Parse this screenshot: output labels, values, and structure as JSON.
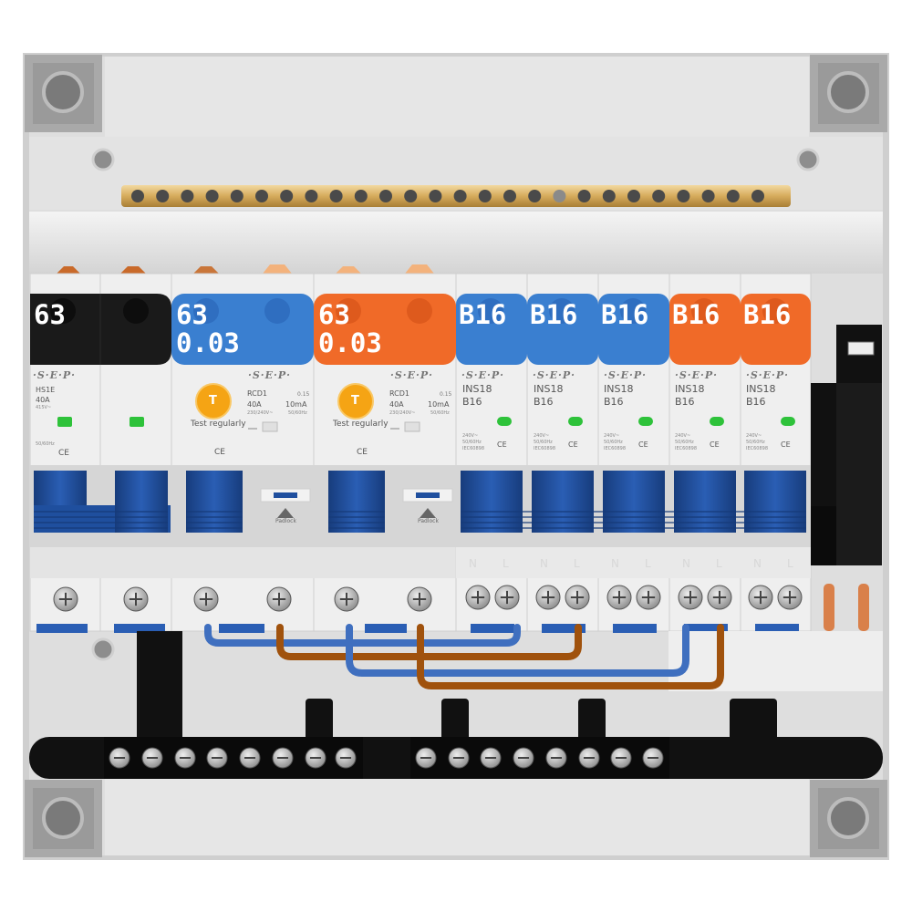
{
  "brand": "·S·E·P·",
  "cap_labels": [
    {
      "line1": "63",
      "line2": ""
    },
    {
      "line1": "63",
      "line2": "0.03"
    },
    {
      "line1": "63",
      "line2": "0.03"
    },
    {
      "line1": "B16",
      "line2": ""
    },
    {
      "line1": "B16",
      "line2": ""
    },
    {
      "line1": "B16",
      "line2": ""
    },
    {
      "line1": "B16",
      "line2": ""
    },
    {
      "line1": "B16",
      "line2": ""
    }
  ],
  "main_switch": {
    "model": "HS1E",
    "rating": "40A",
    "voltage": "415V~",
    "freq": "50/60Hz"
  },
  "rcds": [
    {
      "model": "RCD1",
      "rating": "40A",
      "sens": "10mA",
      "time": "0.15",
      "voltage": "230/240V~",
      "freq": "50/60Hz",
      "test_label": "Test regularly",
      "test_button": "T",
      "padlock": "Padlock"
    },
    {
      "model": "RCD1",
      "rating": "40A",
      "sens": "10mA",
      "time": "0.15",
      "voltage": "230/240V~",
      "freq": "50/60Hz",
      "test_label": "Test regularly",
      "test_button": "T",
      "padlock": "Padlock"
    }
  ],
  "mcbs": [
    {
      "model": "INS18",
      "rating": "B16",
      "spec1": "240V~",
      "spec2": "50/60Hz",
      "spec3": "IEC60898"
    },
    {
      "model": "INS18",
      "rating": "B16",
      "spec1": "240V~",
      "spec2": "50/60Hz",
      "spec3": "IEC60898"
    },
    {
      "model": "INS18",
      "rating": "B16",
      "spec1": "240V~",
      "spec2": "50/60Hz",
      "spec3": "IEC60898"
    },
    {
      "model": "INS18",
      "rating": "B16",
      "spec1": "240V~",
      "spec2": "50/60Hz",
      "spec3": "IEC60898"
    },
    {
      "model": "INS18",
      "rating": "B16",
      "spec1": "240V~",
      "spec2": "50/60Hz",
      "spec3": "IEC60898"
    }
  ],
  "terminal_marks": {
    "n": "N",
    "l": "L"
  },
  "ce_mark": "CE",
  "colors": {
    "cap_black": "#1a1a1a",
    "cap_blue": "#3a7fd0",
    "cap_orange": "#f06a28",
    "toggle_blue": "#1f4f9e",
    "neutral_wire": "#3f6fbf",
    "live_wire": "#a0520d",
    "earth_bar": "#111111",
    "brass_bar": "#d9b36a",
    "indicator_green": "#2ec23a",
    "test_button": "#f5a414"
  }
}
